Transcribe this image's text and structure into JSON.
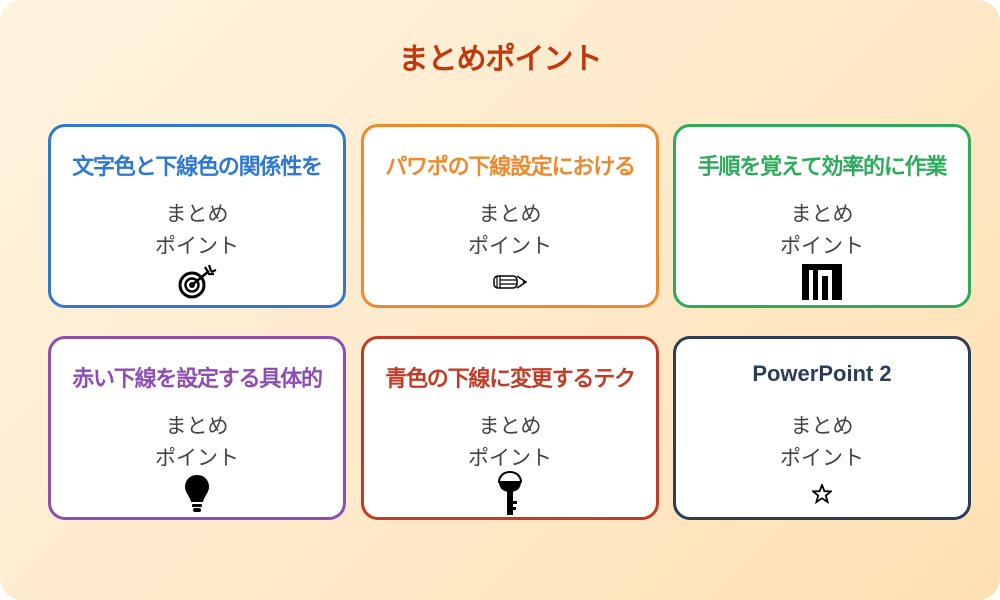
{
  "title": "まとめポイント",
  "colors": {
    "title": "#c0390f",
    "background_start": "#fff4e0",
    "background_end": "#ffe0b2",
    "subtitle_text": "#444444"
  },
  "cards": [
    {
      "title": "文字色と下線色の関係性を",
      "subtitle_line1": "まとめ",
      "subtitle_line2": "ポイント",
      "icon": "target-dart-icon",
      "border_color": "#2e78d2"
    },
    {
      "title": "パワポの下線設定における",
      "subtitle_line1": "まとめ",
      "subtitle_line2": "ポイント",
      "icon": "pencil-icon",
      "border_color": "#ee8a2d"
    },
    {
      "title": "手順を覚えて効率的に作業",
      "subtitle_line1": "まとめ",
      "subtitle_line2": "ポイント",
      "icon": "bar-columns-icon",
      "border_color": "#2daa5b"
    },
    {
      "title": "赤い下線を設定する具体的",
      "subtitle_line1": "まとめ",
      "subtitle_line2": "ポイント",
      "icon": "lightbulb-icon",
      "border_color": "#8e4db3"
    },
    {
      "title": "青色の下線に変更するテク",
      "subtitle_line1": "まとめ",
      "subtitle_line2": "ポイント",
      "icon": "key-icon",
      "border_color": "#c23b26"
    },
    {
      "title": "PowerPoint 2",
      "subtitle_line1": "まとめ",
      "subtitle_line2": "ポイント",
      "icon": "star-icon",
      "border_color": "#2c3e55"
    }
  ]
}
